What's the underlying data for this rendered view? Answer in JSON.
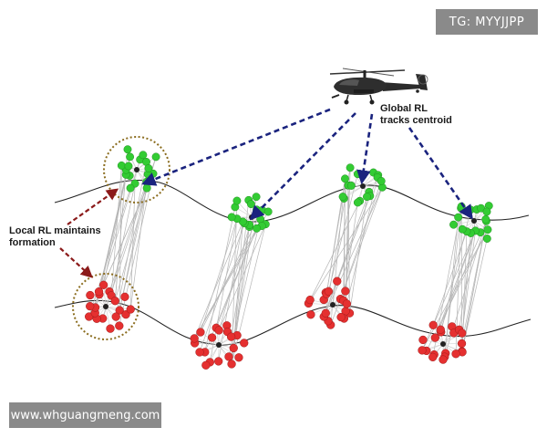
{
  "watermark_top": "TG: MYYJJPP",
  "watermark_bottom": "www.whguangmeng.com",
  "labels": {
    "global_line1": "Global RL",
    "global_line2": "tracks centroid",
    "local_line1": "Local RL maintains",
    "local_line2": "formation"
  },
  "colors": {
    "upper_swarm": "#33cc33",
    "lower_swarm": "#e53030",
    "tracking_arrow": "#1a237e",
    "formation_arrow": "#8b1a1a",
    "highlight_ring": "#8b6d1f",
    "link_lines": "#b5b5b5",
    "curves": "#222222"
  },
  "icons": [
    "helicopter-icon"
  ]
}
